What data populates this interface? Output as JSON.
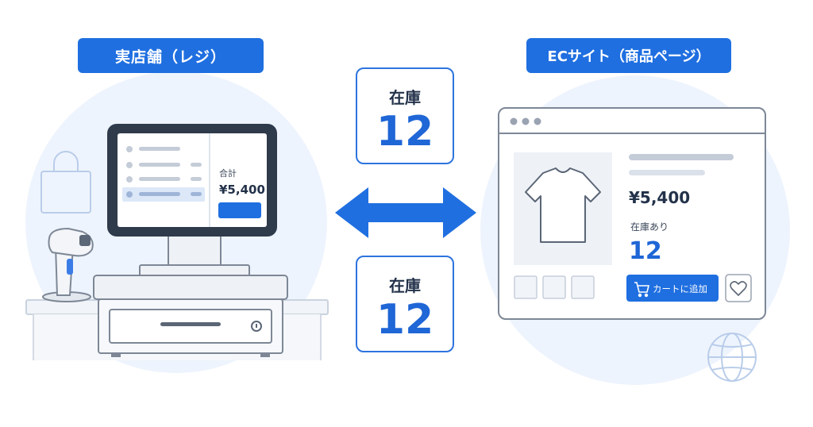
{
  "pos": {
    "label": "実店舗（レジ）",
    "screen_total_label": "合計",
    "screen_total_price": "¥5,400"
  },
  "ec": {
    "label": "ECサイト（商品ページ）",
    "price": "¥5,400",
    "stock_label": "在庫あり",
    "stock_value": "12",
    "cart_button": "カートに追加"
  },
  "sync": {
    "top": {
      "label": "在庫",
      "value": "12"
    },
    "bottom": {
      "label": "在庫",
      "value": "12"
    }
  },
  "colors": {
    "accent": "#1f6fe0",
    "halo": "#eef4fd"
  },
  "icons": [
    "shopping-bag-icon",
    "barcode-scanner-icon",
    "bidirectional-arrow-icon",
    "t-shirt-icon",
    "cart-icon",
    "heart-icon",
    "globe-icon"
  ]
}
